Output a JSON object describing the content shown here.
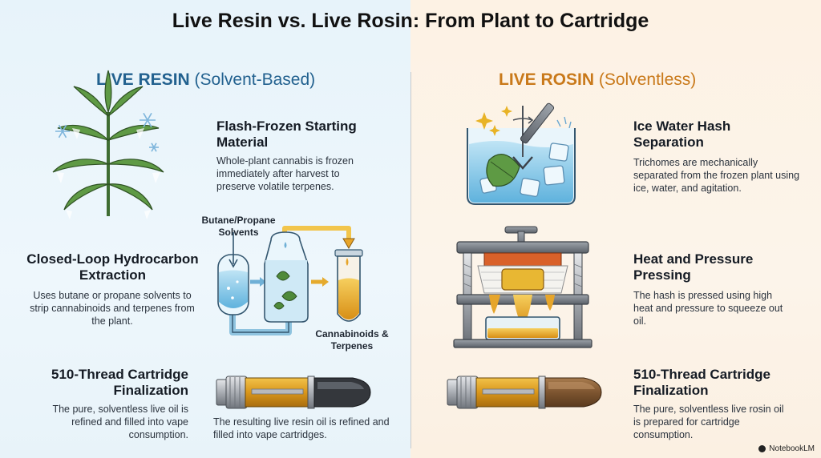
{
  "title": "Live Resin vs. Live Rosin: From Plant to Cartridge",
  "left": {
    "heading": "LIVE RESIN",
    "heading_sub": "(Solvent-Based)",
    "steps": [
      {
        "title": "Flash-Frozen Starting Material",
        "desc": "Whole-plant cannabis is frozen immediately after harvest to preserve volatile terpenes."
      },
      {
        "title": "Closed-Loop Hydrocarbon Extraction",
        "desc": "Uses butane or propane solvents to strip cannabinoids and terpenes from the plant."
      },
      {
        "title": "510-Thread Cartridge Finalization",
        "desc": "The pure, solventless live oil is refined and filled into vape consumption."
      }
    ],
    "labels": {
      "solvents": "Butane/Propane Solvents",
      "output": "Cannabinoids & Terpenes",
      "cart_caption": "The resulting live resin oil is refined and filled into vape cartridges."
    }
  },
  "right": {
    "heading": "LIVE ROSIN",
    "heading_sub": "(Solventless)",
    "steps": [
      {
        "title": "Ice Water Hash Separation",
        "desc": "Trichomes are mechanically separated from the frozen plant using ice, water, and agitation."
      },
      {
        "title": "Heat and Pressure Pressing",
        "desc": "The hash is pressed using high heat and pressure to squeeze out oil."
      },
      {
        "title": "510-Thread Cartridge Finalization",
        "desc": "The pure, solventless live rosin oil is prepared for cartridge consumption."
      }
    ]
  },
  "badge": "NotebookLM",
  "colors": {
    "resin_accent": "#22618f",
    "rosin_accent": "#c9791a",
    "oil": "#e0a42c"
  },
  "icons": [
    "cannabis-plant-icon",
    "snowflake-icon",
    "extraction-apparatus-icon",
    "test-tube-icon",
    "vape-cartridge-icon",
    "ice-bath-icon",
    "rosin-press-icon"
  ]
}
